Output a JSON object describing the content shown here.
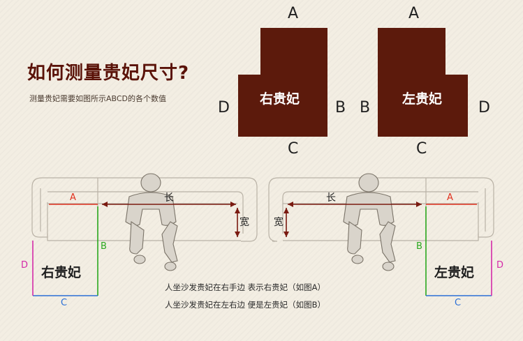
{
  "header": {
    "title": "如何测量贵妃尺寸?",
    "subtitle": "测量贵妃需要如图所示ABCD的各个数值"
  },
  "top_diagrams": {
    "right_chaise": {
      "label": "右贵妃",
      "top": "A",
      "right": "B",
      "bottom": "C",
      "left": "D"
    },
    "left_chaise": {
      "label": "左贵妃",
      "top": "A",
      "right": "D",
      "bottom": "C",
      "left": "B"
    }
  },
  "sofas": {
    "right": {
      "name": "右贵妃",
      "A": "A",
      "B": "B",
      "C": "C",
      "D": "D",
      "length": "长",
      "width": "宽"
    },
    "left": {
      "name": "左贵妃",
      "A": "A",
      "B": "B",
      "C": "C",
      "D": "D",
      "length": "长",
      "width": "宽"
    }
  },
  "notes": {
    "line1": "人坐沙发贵妃在右手边 表示右贵妃（如图A）",
    "line2": "人坐沙发贵妃在左右边 便是左贵妃（如图B）"
  },
  "colors": {
    "block": "#5c1a0c",
    "A": "#e0301e",
    "B": "#2aa81e",
    "C": "#2b6fd6",
    "D": "#d42aa8",
    "dimension": "#7a1a10"
  }
}
